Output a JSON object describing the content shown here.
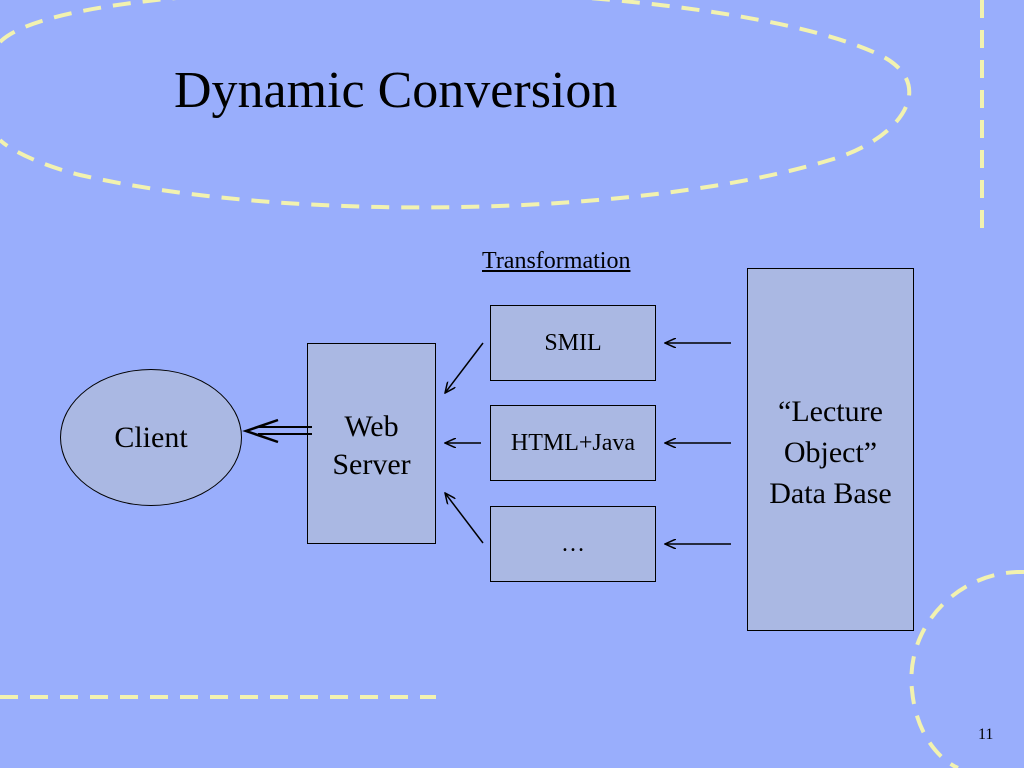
{
  "slide": {
    "title": "Dynamic Conversion",
    "page_number": "11",
    "background_color": "#99aefc",
    "accent_color": "#f2f2b0"
  },
  "diagram": {
    "caption": "Transformation",
    "client_label": "Client",
    "server_lines": [
      "Web",
      "Server"
    ],
    "formats": [
      "SMIL",
      "HTML+Java",
      "…"
    ],
    "database_lines": [
      "“Lecture",
      "Object”",
      "Data Base"
    ]
  }
}
